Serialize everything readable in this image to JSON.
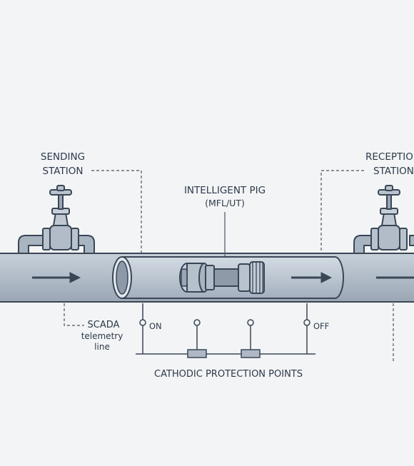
{
  "labels": {
    "sending_line1": "SENDING",
    "sending_line2": "STATION",
    "reception_line1": "RECEPTION",
    "reception_line2": "STATION",
    "pig_title": "INTELLIGENT PIG",
    "pig_subtitle": "(MFL/UT)",
    "scada_line1": "SCADA",
    "scada_line2": "telemetry",
    "scada_line3": "line",
    "switch_on": "ON",
    "switch_off": "OFF",
    "cathodic": "CATHODIC PROTECTION POINTS"
  },
  "colors": {
    "background": "#f3f4f5",
    "outline": "#3a4656",
    "pipe_fill": "#b3bdc9",
    "pipe_inner": "#c6cfd9",
    "pipe_dark": "#8e9aa8",
    "arrow": "#3a4656",
    "text": "#2c3a4b"
  },
  "icons": [
    "gate-valve-icon",
    "flow-arrow-icon",
    "inline-inspection-pig-icon",
    "cathodic-anode-icon"
  ]
}
